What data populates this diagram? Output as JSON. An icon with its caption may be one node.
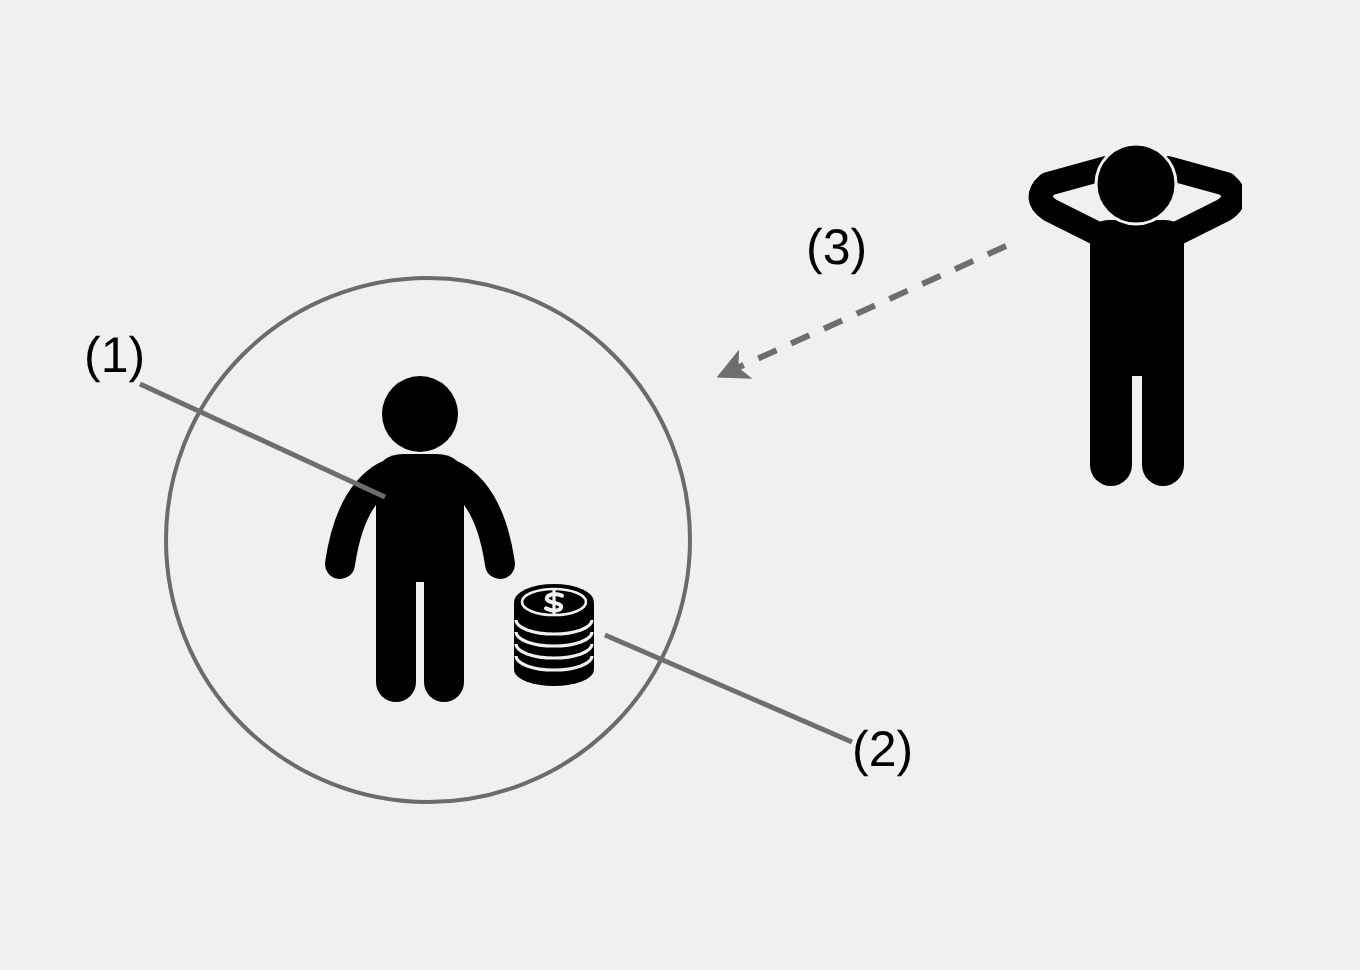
{
  "diagram": {
    "nodes": [
      {
        "text": [],
        "shape": "circle"
      },
      {
        "text": [],
        "shape": "person",
        "in": 0
      },
      {
        "text": [],
        "shape": "picture",
        "in": 0
      },
      {
        "text": [
          "(1)"
        ]
      },
      {
        "text": [
          "(2)"
        ]
      },
      {
        "text": [],
        "shape": "person"
      }
    ],
    "edges": [
      {
        "from": 3,
        "to": 1,
        "arrow": "none"
      },
      {
        "from": 4,
        "to": 2,
        "arrow": "none"
      },
      {
        "from": 5,
        "to": 0,
        "arrow": "to",
        "label": "(3)",
        "style": "dashed"
      }
    ]
  }
}
